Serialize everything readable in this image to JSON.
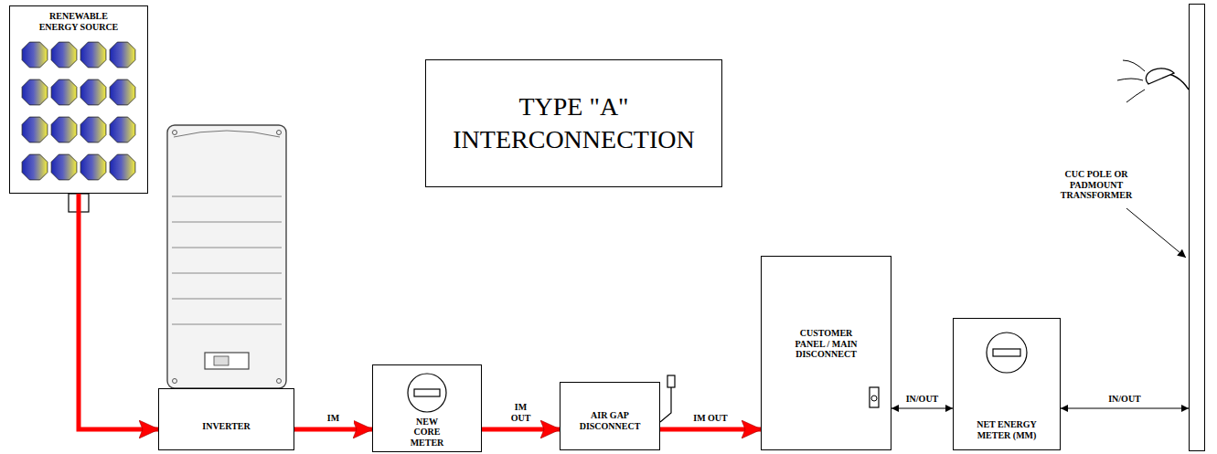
{
  "diagram": {
    "title": "TYPE \"A\" INTERCONNECTION",
    "nodes": [
      {
        "text": [
          "RENEWABLE ENERGY SOURCE"
        ]
      },
      {
        "text": [
          "INVERTER"
        ]
      },
      {
        "text": [
          "NEW CORE METER"
        ]
      },
      {
        "text": [
          "AIR GAP DISCONNECT"
        ]
      },
      {
        "text": [
          "CUSTOMER PANEL / MAIN DISCONNECT"
        ]
      },
      {
        "text": [
          "NET ENERGY METER (MM)"
        ]
      },
      {
        "text": [
          "CUC POLE OR PADMOUNT TRANSFORMER"
        ]
      }
    ],
    "edges": [
      {
        "from": 0,
        "to": 1,
        "arrow": "to"
      },
      {
        "from": 1,
        "to": 2,
        "label": "IM",
        "arrow": "to"
      },
      {
        "from": 2,
        "to": 3,
        "label": "IM OUT",
        "arrow": "to"
      },
      {
        "from": 3,
        "to": 4,
        "label": "IM OUT",
        "arrow": "to"
      },
      {
        "from": 4,
        "to": 5,
        "label": "IN/OUT",
        "arrow": "both"
      },
      {
        "from": 5,
        "to": 6,
        "label": "IN/OUT",
        "arrow": "both"
      }
    ]
  }
}
